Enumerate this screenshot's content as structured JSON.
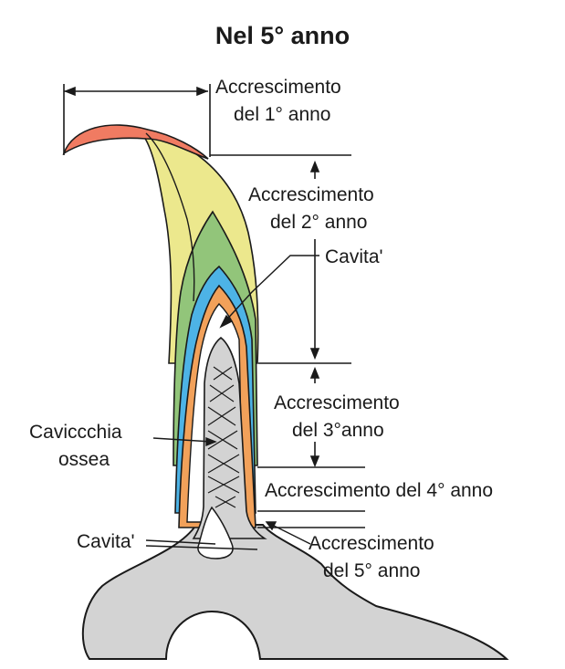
{
  "title": "Nel 5° anno",
  "labels": {
    "year1_line1": "Accrescimento",
    "year1_line2": "del 1° anno",
    "year2_line1": "Accrescimento",
    "year2_line2": "del 2° anno",
    "cavity_top": "Cavita'",
    "year3_line1": "Accrescimento",
    "year3_line2": "del 3°anno",
    "bone_core_line1": "Caviccchia",
    "bone_core_line2": "ossea",
    "year4": "Accrescimento del 4° anno",
    "cavity_bottom": "Cavita'",
    "year5_line1": "Accrescimento",
    "year5_line2": "del 5° anno"
  },
  "colors": {
    "year1": "#f07b62",
    "year2": "#ece88d",
    "year3": "#92c57a",
    "year4": "#4db3e6",
    "year5": "#f2a15a",
    "bone": "#d3d3d3",
    "outline": "#1a1a1a"
  }
}
